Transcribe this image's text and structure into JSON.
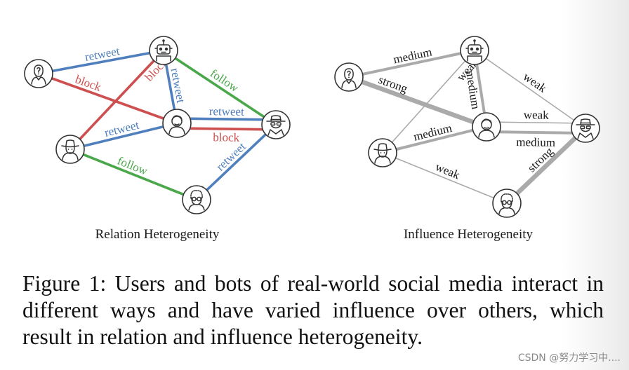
{
  "panels": {
    "relation": {
      "title": "Relation Heterogeneity"
    },
    "influence": {
      "title": "Influence Heterogeneity"
    }
  },
  "colors": {
    "retweet": "#4f7fbd",
    "block": "#cd4f4f",
    "follow": "#4aa84a",
    "weight_line": "#aaaaaa",
    "node_stroke": "#333333"
  },
  "relation_graph": {
    "nodes": [
      {
        "id": "R1",
        "icon": "question-user-icon"
      },
      {
        "id": "R2",
        "icon": "robot-icon"
      },
      {
        "id": "R3",
        "icon": "user-icon"
      },
      {
        "id": "R4",
        "icon": "spy-icon"
      },
      {
        "id": "R5",
        "icon": "hat-user-icon"
      },
      {
        "id": "R6",
        "icon": "glasses-user-icon"
      }
    ],
    "edges": [
      {
        "from": "R1",
        "to": "R2",
        "label": "retweet",
        "relation": "retweet"
      },
      {
        "from": "R1",
        "to": "R3",
        "label": "block",
        "relation": "block"
      },
      {
        "from": "R2",
        "to": "R5",
        "label": "block",
        "relation": "block"
      },
      {
        "from": "R2",
        "to": "R3",
        "label": "retweet",
        "relation": "retweet"
      },
      {
        "from": "R2",
        "to": "R4",
        "label": "follow",
        "relation": "follow"
      },
      {
        "from": "R3",
        "to": "R4",
        "label": "retweet",
        "relation": "retweet"
      },
      {
        "from": "R3",
        "to": "R4",
        "label": "block",
        "relation": "block"
      },
      {
        "from": "R5",
        "to": "R3",
        "label": "retweet",
        "relation": "retweet"
      },
      {
        "from": "R5",
        "to": "R6",
        "label": "follow",
        "relation": "follow"
      },
      {
        "from": "R6",
        "to": "R4",
        "label": "retweet",
        "relation": "retweet"
      }
    ]
  },
  "influence_graph": {
    "nodes": [
      {
        "id": "I1",
        "icon": "question-user-icon"
      },
      {
        "id": "I2",
        "icon": "robot-icon"
      },
      {
        "id": "I3",
        "icon": "user-icon"
      },
      {
        "id": "I4",
        "icon": "spy-icon"
      },
      {
        "id": "I5",
        "icon": "hat-user-icon"
      },
      {
        "id": "I6",
        "icon": "glasses-user-icon"
      }
    ],
    "edges": [
      {
        "from": "I1",
        "to": "I2",
        "label": "medium",
        "strength": "medium"
      },
      {
        "from": "I1",
        "to": "I3",
        "label": "strong",
        "strength": "strong"
      },
      {
        "from": "I2",
        "to": "I5",
        "label": "weak",
        "strength": "weak"
      },
      {
        "from": "I2",
        "to": "I3",
        "label": "medium",
        "strength": "medium"
      },
      {
        "from": "I2",
        "to": "I4",
        "label": "weak",
        "strength": "weak"
      },
      {
        "from": "I3",
        "to": "I4",
        "label": "weak",
        "strength": "weak"
      },
      {
        "from": "I3",
        "to": "I4",
        "label": "medium",
        "strength": "medium"
      },
      {
        "from": "I5",
        "to": "I3",
        "label": "medium",
        "strength": "medium"
      },
      {
        "from": "I5",
        "to": "I6",
        "label": "weak",
        "strength": "weak"
      },
      {
        "from": "I6",
        "to": "I4",
        "label": "strong",
        "strength": "strong"
      }
    ]
  },
  "caption": "Figure 1: Users and bots of real-world social media interact in different ways and have varied influence over others, which result in relation and influence heterogeneity.",
  "watermark": "CSDN @努力学习中...."
}
